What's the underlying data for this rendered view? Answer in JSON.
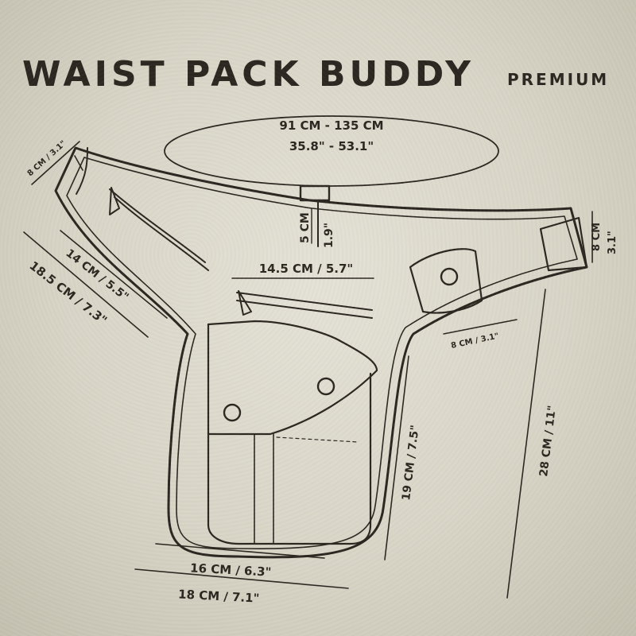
{
  "title": "WAIST PACK BUDDY",
  "subtitle": "PREMIUM",
  "labels": {
    "belt_cm": "91 CM - 135 CM",
    "belt_in": "35.8\" - 53.1\"",
    "left_strap": "8 CM / 3.1\"",
    "right_strap_cm": "8 CM",
    "right_strap_in": "3.1\"",
    "buckle_cm": "5 CM",
    "buckle_in": "1.9\"",
    "upper_pocket_width": "14.5 CM / 5.7\"",
    "side_pocket_width": "8 CM / 3.1\"",
    "zip_pocket_length": "14 CM / 5.5\"",
    "outer_side_length": "18.5 CM / 7.3\"",
    "pocket_height": "19 CM / 7.5\"",
    "total_height": "28 CM / 11\"",
    "bottom_inner": "16 CM / 6.3\"",
    "bottom_outer": "18 CM / 7.1\""
  }
}
